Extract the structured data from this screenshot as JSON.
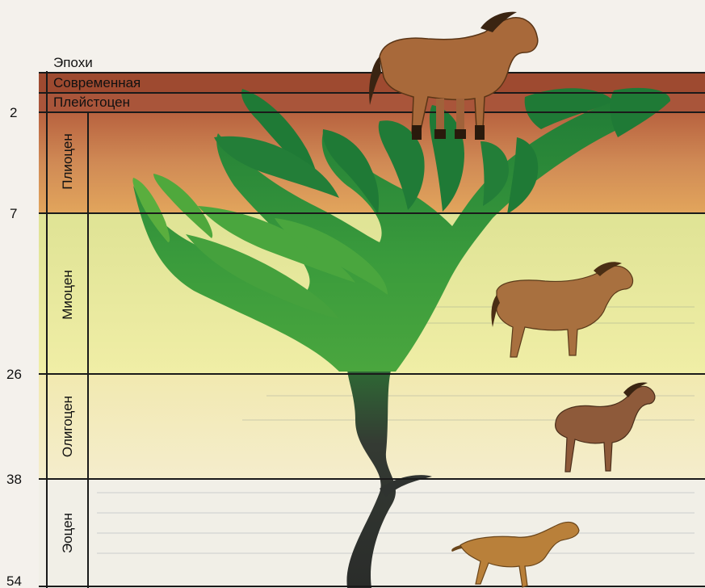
{
  "header": {
    "title": "Эпохи"
  },
  "epochs": {
    "modern": "Современная",
    "pleistocene": "Плейстоцен",
    "pliocene": "Плиоцен",
    "miocene": "Миоцен",
    "oligocene": "Олигоцен",
    "eocene": "Эоцен"
  },
  "ticks": [
    "2",
    "7",
    "26",
    "38",
    "54"
  ],
  "colors": {
    "modern_band": "#9e4a30",
    "pleistocene_band": "#a9553a",
    "pliocene_top": "#c98a5e",
    "pliocene_bottom": "#d89552",
    "miocene": "#d2df8a",
    "oligocene": "#eee6b6",
    "eocene": "#f1efe7",
    "tree_green": "#2e8b3a",
    "trunk": "#2f3330",
    "horse_body": "#a0673a"
  },
  "icons": [
    "horse-icon",
    "merychippus-icon",
    "mesohippus-icon",
    "eohippus-icon",
    "evolution-tree-icon"
  ]
}
